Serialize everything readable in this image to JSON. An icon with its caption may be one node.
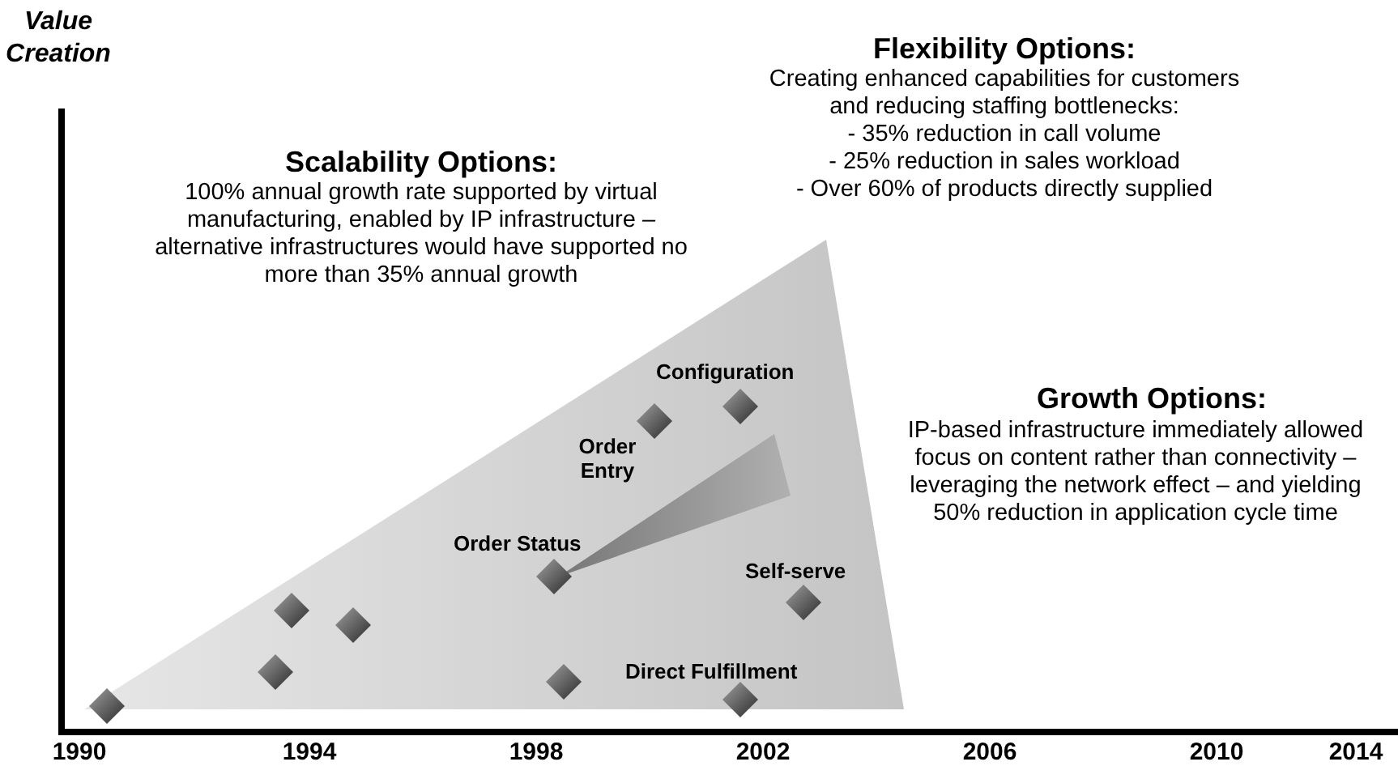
{
  "diagram": {
    "nodes": [
      {
        "text": [],
        "shape": "diamond"
      },
      {
        "text": [],
        "shape": "diamond"
      },
      {
        "text": [],
        "shape": "diamond"
      },
      {
        "text": [],
        "shape": "diamond"
      },
      {
        "text": [],
        "shape": "diamond",
        "beside": [
          "Order Status"
        ]
      },
      {
        "text": [],
        "shape": "diamond"
      },
      {
        "text": [],
        "shape": "diamond",
        "beside": [
          "Order Entry"
        ]
      },
      {
        "text": [],
        "shape": "diamond",
        "beside": [
          "Configuration"
        ]
      },
      {
        "text": [],
        "shape": "diamond",
        "beside": [
          "Self-serve"
        ]
      },
      {
        "text": [],
        "shape": "diamond",
        "beside": [
          "Direct Fulfillment"
        ]
      }
    ],
    "edges": [],
    "labels": [
      "Value Creation",
      "Flexibility Options:",
      "Creating enhanced capabilities for customers and reducing staffing bottlenecks:",
      "- 35% reduction in call volume",
      "- 25% reduction in sales workload",
      "- Over 60% of products directly supplied",
      "Scalability Options:",
      "100% annual growth rate supported by virtual manufacturing, enabled by IP infrastructure – alternative infrastructures would have supported no more than 35% annual growth",
      "Growth Options:",
      "IP-based infrastructure immediately allowed focus on content rather than connectivity – leveraging the network effect – and yielding 50% reduction in application cycle time",
      "1990",
      "1994",
      "1998",
      "2002",
      "2006",
      "2010",
      "2014"
    ]
  }
}
